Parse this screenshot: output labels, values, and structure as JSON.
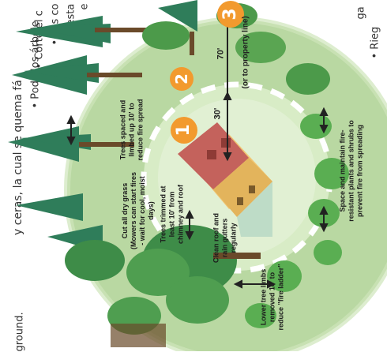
{
  "edge_text": {
    "left_spanish_1": "y ceras, la cual se quema fá",
    "left_spanish_2": "• Pode los árbole",
    "left_spanish_3": "• Corte el c",
    "left_spanish_4": "• Las co",
    "left_spanish_5": "esta",
    "left_spanish_6": "e",
    "left_english": "ground.",
    "right_spanish_1": "ga",
    "right_spanish_2": "• Rieg"
  },
  "badges": {
    "b1": "1",
    "b2": "2",
    "b3": "3"
  },
  "distances": {
    "d30": "30'",
    "d70": "70'",
    "d70_note": "(or to property line)"
  },
  "labels": {
    "trees_spaced": "Trees spaced and limbed up 10' to reduce fire spread",
    "cut_grass": "Cut all dry grass (Mowers can start fires - wait for cool, moist days)",
    "trees_trimmed": "Trees trimmed at least 10' from chimney and roof",
    "clean_roof": "Clean roof and rain gutters regularly",
    "lower_limbs": "Lower tree limbs removed 10' to reduce \"fire ladder\"",
    "space_maintain": "Space and maintain fire-resistant plants and shrubs to prevent fire from spreading"
  },
  "colors": {
    "zone_outer": "#b9d8a2",
    "zone_inner": "#d8ecc6",
    "badge": "#f29a2e",
    "roof": "#c4625c",
    "wall": "#f0c673",
    "tree": "#3e8c48",
    "grass": "#6fae56"
  }
}
